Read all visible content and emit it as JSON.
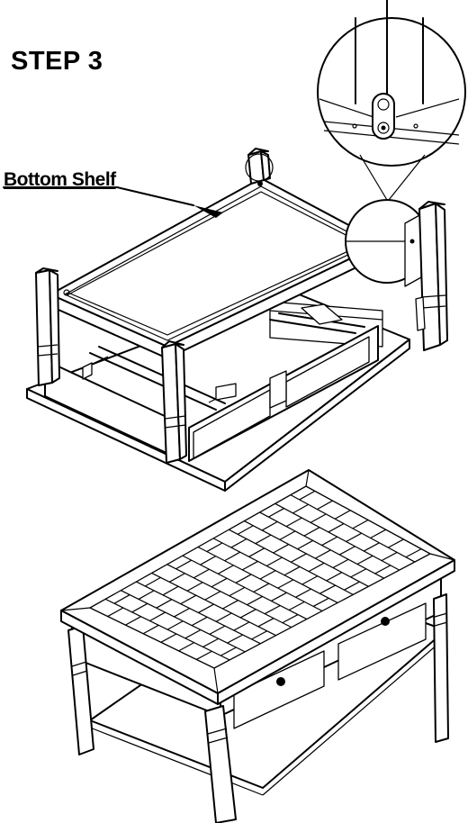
{
  "step_title": "STEP 3",
  "callout_label": "Bottom Shelf",
  "colors": {
    "ink": "#000000",
    "paper": "#ffffff"
  },
  "icons": [
    "detail-magnifier-circle",
    "cam-lock-bracket",
    "arrow-pointer"
  ]
}
